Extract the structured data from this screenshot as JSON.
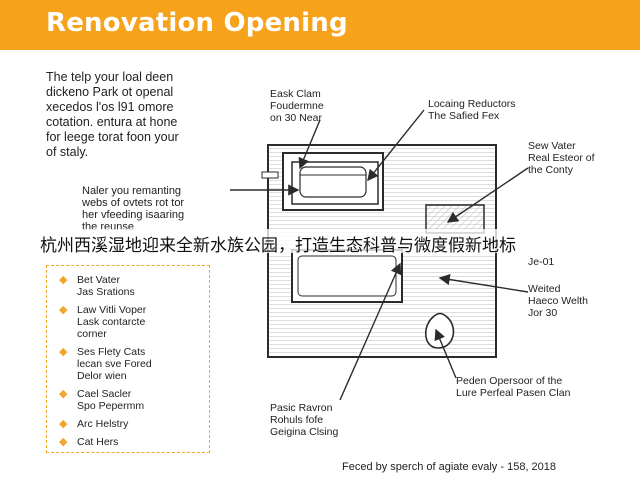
{
  "header": {
    "title": "Renovation Opening"
  },
  "intro": {
    "text": "The telp your loal deen\ndickeno  Park ot openal\nxecedos  l'os  l91 omore\ncotation. entura at hone\nfor leege torat foon your\nof staly."
  },
  "callouts": {
    "eask_clam": "Eask Clam\nFoudermne\non 30 Near",
    "locaing": "Locaing Reductors\nThe Safied Fex",
    "sew_vater": "Sew Vater\nReal Esteor of\nthe Conty",
    "nater": "Naler you remanting\nwebs of ovtets rot tor\nher vfeeding isaaring\nthe reunse",
    "je01": "Je-01",
    "weited": "Weited\nHaeco Welth\nJor 30",
    "peden": "Peden Opersoor of the\nLure Perfeal Pasen Clan",
    "pasic": "Pasic Ravron\nRohuls fofe\nGeigina Clsing"
  },
  "checklist": {
    "items": [
      "Bet Vater\nJas Srations",
      "Law Vitli Voper\nLask contarcte\ncorner",
      "Ses Flety Cats\nlecan sve Fored\nDelor wien",
      "Cael Sacler\nSpo Pepermm",
      "Arc Helstry",
      "Cat Hers"
    ]
  },
  "subtitle": {
    "text": "杭州西溪湿地迎来全新水族公园，打造生态科普与微度假新地标"
  },
  "footer": {
    "text": "Feced by sperch of agiate evaly - 158, 2018"
  },
  "colors": {
    "header": "#f7a21b",
    "accent": "#f2a62a",
    "line": "#2b2b2b",
    "hatch": "#a9a9a9"
  }
}
